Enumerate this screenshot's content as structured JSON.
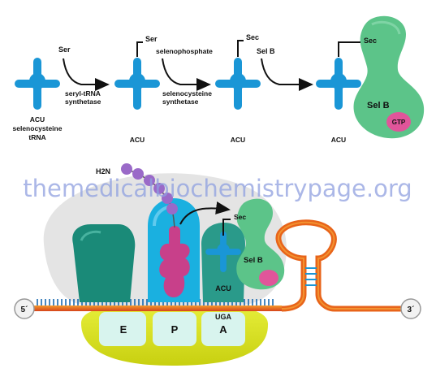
{
  "step1": {
    "trna_anticodon": "ACU",
    "trna_name_line1": "selenocysteine",
    "trna_name_line2": "tRNA",
    "added_amino_acid": "Ser",
    "enzyme_line1": "seryl-tRNA",
    "enzyme_line2": "synthetase"
  },
  "step2": {
    "trna_anticodon": "ACU",
    "attached": "Ser",
    "substrate": "selenophosphate",
    "enzyme_line1": "selenocysteine",
    "enzyme_line2": "synthetase"
  },
  "step3": {
    "trna_anticodon": "ACU",
    "attached": "Sec",
    "factor": "Sel B"
  },
  "step4": {
    "trna_anticodon": "ACU",
    "attached": "Sec",
    "factor": "Sel B",
    "bound_nucleotide": "GTP"
  },
  "ribosome": {
    "peptide_terminus": "H2N",
    "site_e": "E",
    "site_p": "P",
    "site_a": "A",
    "codon": "UGA",
    "mrna_5prime": "5´",
    "mrna_3prime": "3´",
    "incoming_trna_anticodon": "ACU",
    "incoming_aa": "Sec",
    "incoming_factor": "Sel B"
  },
  "watermark": "themedicalbiochemistrypage.org",
  "colors": {
    "trna_blue": "#1a96d6",
    "selb_green": "#5cc489",
    "gtp_pink": "#e0559a",
    "mrna_orange": "#e8641a",
    "ribosome_gray": "#e4e4e4",
    "large_subunit_yellow": "#d8e21a",
    "e_site_teal": "#1a8a78",
    "peptidyl_magenta": "#c8408a",
    "peptide_purple": "#9a6ac8"
  }
}
